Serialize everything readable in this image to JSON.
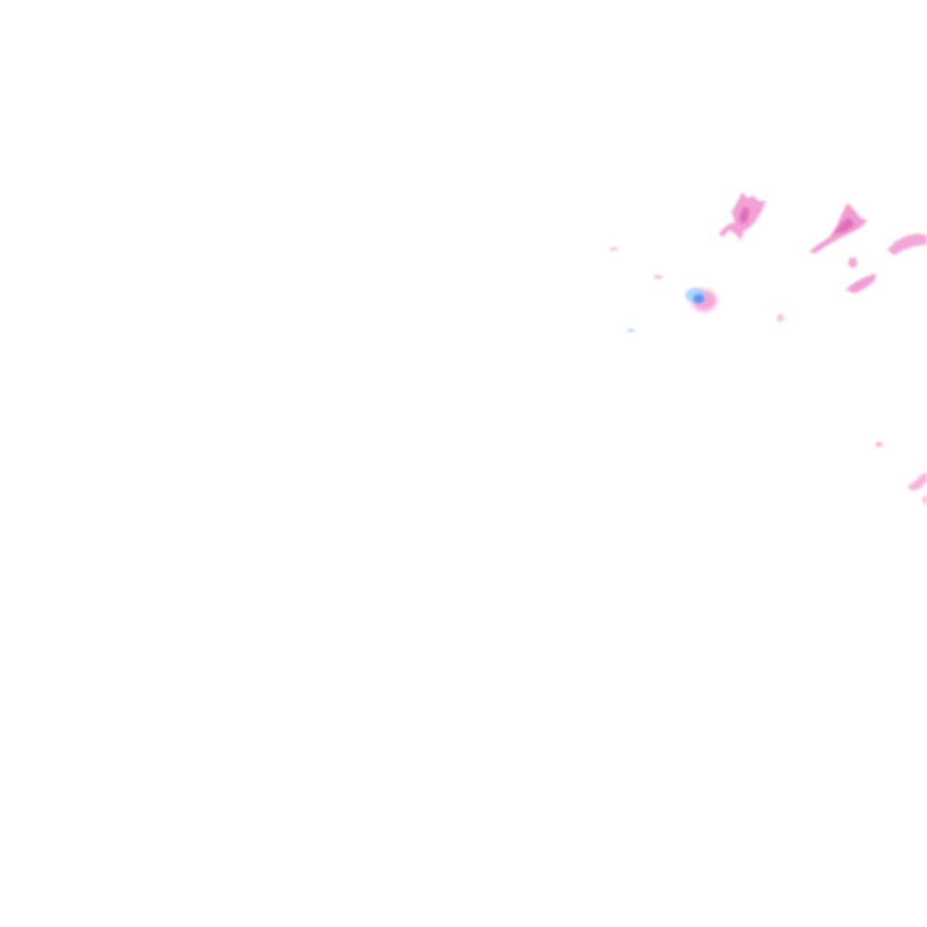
{
  "map": {
    "kind": "precipitation-radar-overlay-tile",
    "background_color": "#ffffff",
    "legend_colors": {
      "mixed_precip": "#ee82c6",
      "mixed_precip_dark": "#cf4fa6",
      "snow_light": "#9fd0ff",
      "snow_moderate": "#5b8ef0"
    },
    "echo_cells": [
      {
        "name": "echo-cell-north-a",
        "type": "mixed"
      },
      {
        "name": "echo-cell-north-b",
        "type": "mixed"
      },
      {
        "name": "echo-cell-northeast",
        "type": "mixed"
      },
      {
        "name": "echo-cell-east-small",
        "type": "mixed"
      },
      {
        "name": "echo-cell-east-streak",
        "type": "mixed"
      },
      {
        "name": "echo-cell-center",
        "type": "snow-mixed"
      },
      {
        "name": "echo-speck-1",
        "type": "mixed"
      },
      {
        "name": "echo-speck-2",
        "type": "mixed"
      },
      {
        "name": "echo-speck-3",
        "type": "mixed"
      },
      {
        "name": "echo-speck-4",
        "type": "snow"
      },
      {
        "name": "echo-speck-5",
        "type": "mixed"
      },
      {
        "name": "echo-cell-east-edge",
        "type": "mixed"
      }
    ]
  }
}
